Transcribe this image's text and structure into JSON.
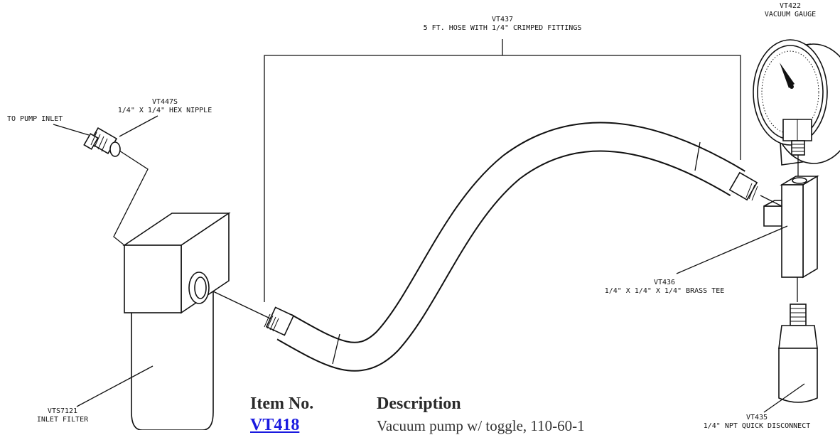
{
  "labels": {
    "hose_id": "VT437",
    "hose_desc": "5 FT. HOSE WITH 1/4\" CRIMPED FITTINGS",
    "gauge_id": "VT422",
    "gauge_desc": "VACUUM GAUGE",
    "nipple_id": "VT447S",
    "nipple_desc": "1/4\" X 1/4\" HEX NIPPLE",
    "pump_inlet": "TO PUMP INLET",
    "tee_id": "VT436",
    "tee_desc": "1/4\" X 1/4\" X 1/4\" BRASS TEE",
    "filter_id": "VTS7121",
    "filter_desc": "INLET FILTER",
    "qd_id": "VT435",
    "qd_desc": "1/4\" NPT QUICK DISCONNECT"
  },
  "table": {
    "header_item": "Item No.",
    "header_desc": "Description",
    "rows": [
      {
        "item": "VT418",
        "desc": "Vacuum pump w/ toggle, 110-60-1"
      }
    ]
  }
}
